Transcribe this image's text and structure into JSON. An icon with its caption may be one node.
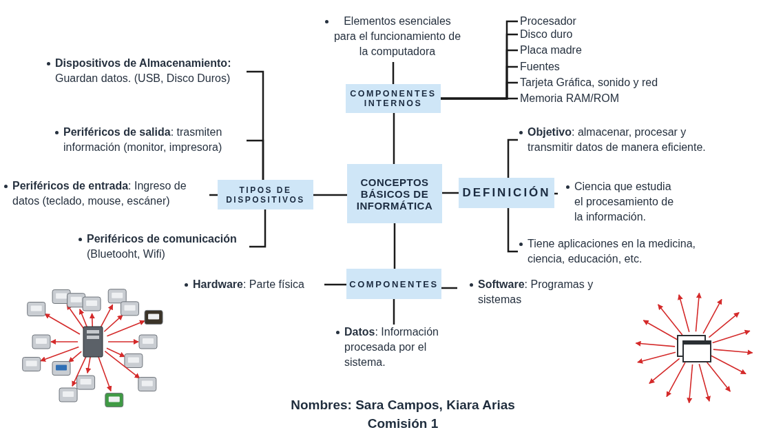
{
  "diagram": {
    "nodes": [
      {
        "text": [
          "CONCEPTOS BÁSICOS DE INFORMÁTICA"
        ]
      },
      {
        "text": [
          "COMPONENTES INTERNOS"
        ]
      },
      {
        "text": [
          "Elementos esenciales para el funcionamiento de la computadora"
        ]
      },
      {
        "text": [
          "Procesador"
        ]
      },
      {
        "text": [
          "Disco duro"
        ]
      },
      {
        "text": [
          "Placa madre"
        ]
      },
      {
        "text": [
          "Fuentes"
        ]
      },
      {
        "text": [
          "Tarjeta Gráfica, sonido y red"
        ]
      },
      {
        "text": [
          "Memoria RAM/ROM"
        ]
      },
      {
        "text": [
          "TIPOS DE DISPOSITIVOS"
        ]
      },
      {
        "text": [
          "**Dispositivos de Almacenamiento:** Guardan datos. (USB, Disco Duros)"
        ]
      },
      {
        "text": [
          "**Periféricos de salida**: trasmiten información (monitor, impresora)"
        ]
      },
      {
        "text": [
          "**Periféricos de entrada**: Ingreso de datos (teclado, mouse, escáner)"
        ]
      },
      {
        "text": [
          "**Periféricos de comunicación** (Bluetooht, Wifi)"
        ]
      },
      {
        "text": [
          "DEFINICIÓN"
        ]
      },
      {
        "text": [
          "**Objetivo**: almacenar, procesar y transmitir datos de manera eficiente."
        ]
      },
      {
        "text": [
          "Ciencia que estudia el procesamiento de la información."
        ]
      },
      {
        "text": [
          "Tiene aplicaciones en la medicina, ciencia, educación, etc."
        ]
      },
      {
        "text": [
          "COMPONENTES"
        ]
      },
      {
        "text": [
          "**Hardware**: Parte física"
        ]
      },
      {
        "text": [
          "**Software**: Programas y sistemas"
        ]
      },
      {
        "text": [
          "**Datos**: Información procesada por el sistema."
        ]
      }
    ],
    "edges": [
      {
        "from": 0,
        "to": 1,
        "arrow": "none"
      },
      {
        "from": 0,
        "to": 9,
        "arrow": "none"
      },
      {
        "from": 0,
        "to": 14,
        "arrow": "none"
      },
      {
        "from": 0,
        "to": 18,
        "arrow": "none"
      },
      {
        "from": 1,
        "to": 2,
        "arrow": "none"
      },
      {
        "from": 1,
        "to": 3,
        "arrow": "none"
      },
      {
        "from": 1,
        "to": 4,
        "arrow": "none"
      },
      {
        "from": 1,
        "to": 5,
        "arrow": "none"
      },
      {
        "from": 1,
        "to": 6,
        "arrow": "none"
      },
      {
        "from": 1,
        "to": 7,
        "arrow": "none"
      },
      {
        "from": 1,
        "to": 8,
        "arrow": "none"
      },
      {
        "from": 9,
        "to": 10,
        "arrow": "none"
      },
      {
        "from": 9,
        "to": 11,
        "arrow": "none"
      },
      {
        "from": 9,
        "to": 12,
        "arrow": "none"
      },
      {
        "from": 9,
        "to": 13,
        "arrow": "none"
      },
      {
        "from": 14,
        "to": 15,
        "arrow": "none"
      },
      {
        "from": 14,
        "to": 16,
        "arrow": "none"
      },
      {
        "from": 14,
        "to": 17,
        "arrow": "none"
      },
      {
        "from": 18,
        "to": 19,
        "arrow": "none"
      },
      {
        "from": 18,
        "to": 20,
        "arrow": "none"
      },
      {
        "from": 18,
        "to": 21,
        "arrow": "none"
      }
    ],
    "labels": [
      "Nombres: Sara Campos, Kiara Arias",
      "Comisión 1"
    ]
  }
}
